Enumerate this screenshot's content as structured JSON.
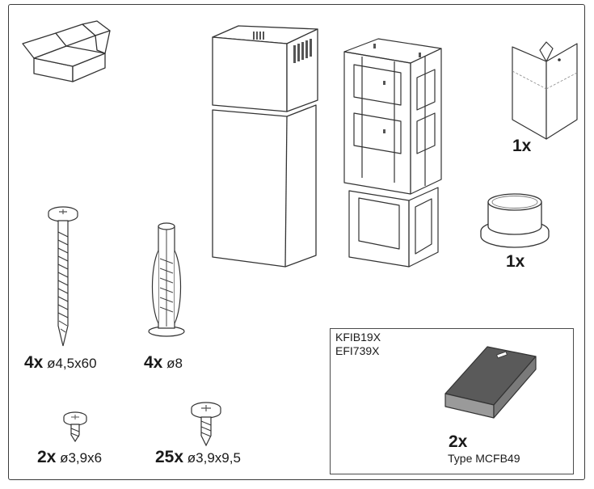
{
  "items": {
    "screw_large": {
      "qty": "4x",
      "spec": "ø4,5x60"
    },
    "wall_plug": {
      "qty": "4x",
      "spec": "ø8"
    },
    "screw_small": {
      "qty": "2x",
      "spec": "ø3,9x6"
    },
    "screw_medium": {
      "qty": "25x",
      "spec": "ø3,9x9,5"
    },
    "instruction_booklet": {
      "qty": "1x"
    },
    "flange_ring": {
      "qty": "1x"
    }
  },
  "filter_box": {
    "codes": [
      "KFIB19X",
      "EFI739X"
    ],
    "qty": "2x",
    "type": "Type MCFB49"
  }
}
